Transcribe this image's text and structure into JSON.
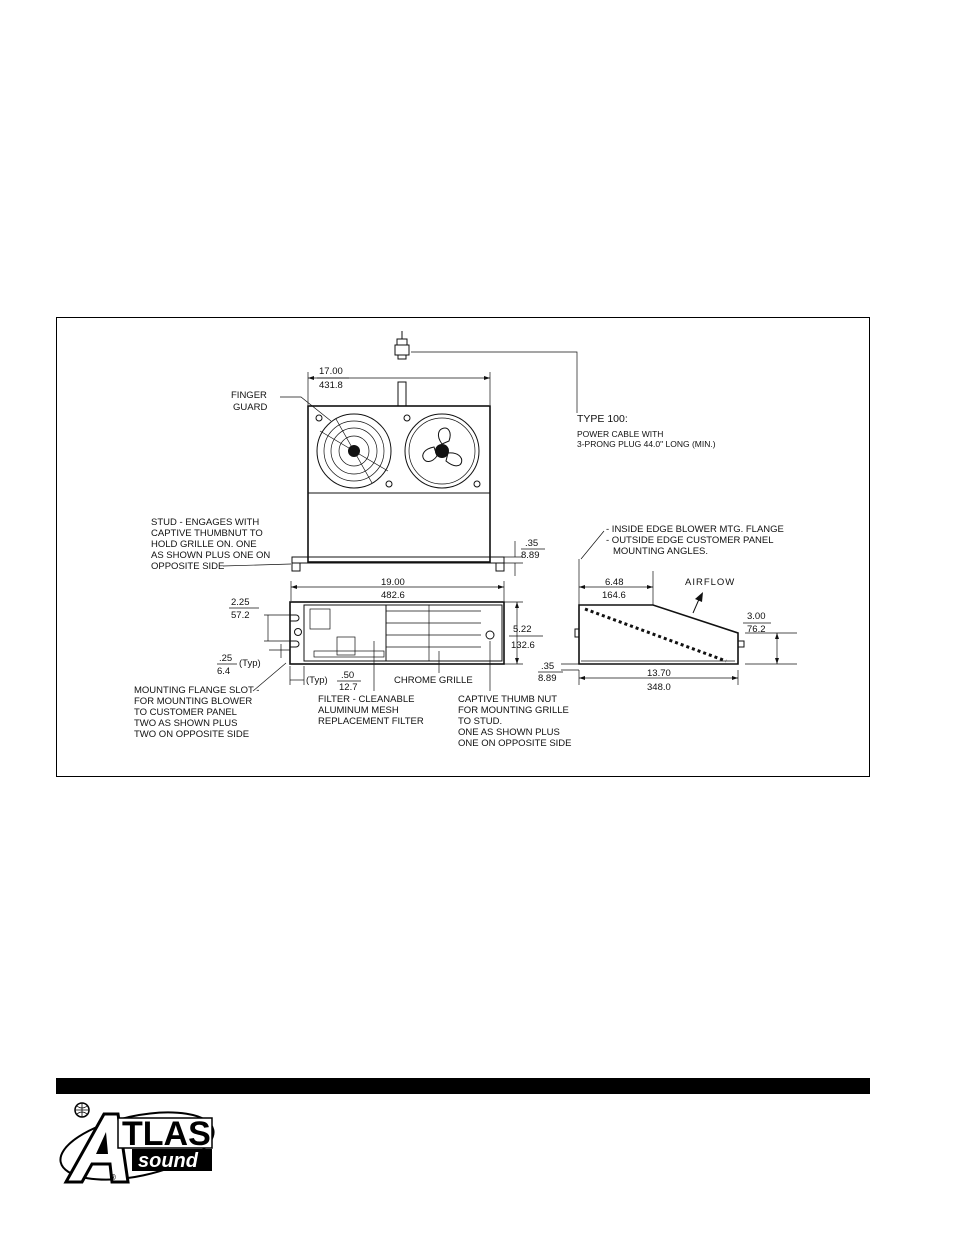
{
  "diagram": {
    "top_width": {
      "in": "17.00",
      "mm": "431.8"
    },
    "finger_guard": [
      "FINGER",
      "GUARD"
    ],
    "power_cable": [
      "TYPE 100:",
      "POWER CABLE WITH",
      "3-PRONG PLUG 44.0\" LONG (MIN.)"
    ],
    "stud_note": [
      "STUD - ENGAGES WITH",
      "CAPTIVE THUMBNUT TO",
      "HOLD GRILLE ON. ONE",
      "AS SHOWN PLUS ONE ON",
      "OPPOSITE SIDE"
    ],
    "flange_height": {
      "in": ".35",
      "mm": "8.89"
    },
    "overall_width": {
      "in": "19.00",
      "mm": "482.6"
    },
    "slot_height": {
      "in": "2.25",
      "mm": "57.2"
    },
    "slot_width": {
      "in": ".25",
      "mm": "6.4",
      "suffix": "(Typ)"
    },
    "slot_offset": {
      "prefix": "(Typ)",
      "in": ".50",
      "mm": "12.7"
    },
    "front_height": {
      "in": "5.22",
      "mm": "132.6"
    },
    "chrome_grille": "CHROME GRILLE",
    "mounting_slot_note": [
      "MOUNTING FLANGE SLOT -",
      "FOR MOUNTING BLOWER",
      "TO CUSTOMER PANEL",
      "TWO AS SHOWN PLUS",
      "TWO ON OPPOSITE SIDE"
    ],
    "filter_note": [
      "FILTER - CLEANABLE",
      "ALUMINUM MESH",
      "REPLACEMENT FILTER"
    ],
    "thumbnut_note": [
      "CAPTIVE THUMB NUT",
      "FOR MOUNTING GRILLE",
      "TO STUD.",
      "ONE AS SHOWN PLUS",
      "ONE ON OPPOSITE SIDE"
    ],
    "side_note": [
      "- INSIDE EDGE BLOWER MTG. FLANGE",
      "- OUTSIDE EDGE CUSTOMER PANEL",
      "MOUNTING ANGLES."
    ],
    "side_top": {
      "in": "6.48",
      "mm": "164.6"
    },
    "airflow": "AIRFLOW",
    "side_height": {
      "in": "3.00",
      "mm": "76.2"
    },
    "bottom_flange": {
      "in": ".35",
      "mm": "8.89"
    },
    "depth": {
      "in": "13.70",
      "mm": "348.0"
    }
  },
  "logo": {
    "word_top": "TLAS",
    "word_bottom": "sound",
    "mark": "®"
  }
}
